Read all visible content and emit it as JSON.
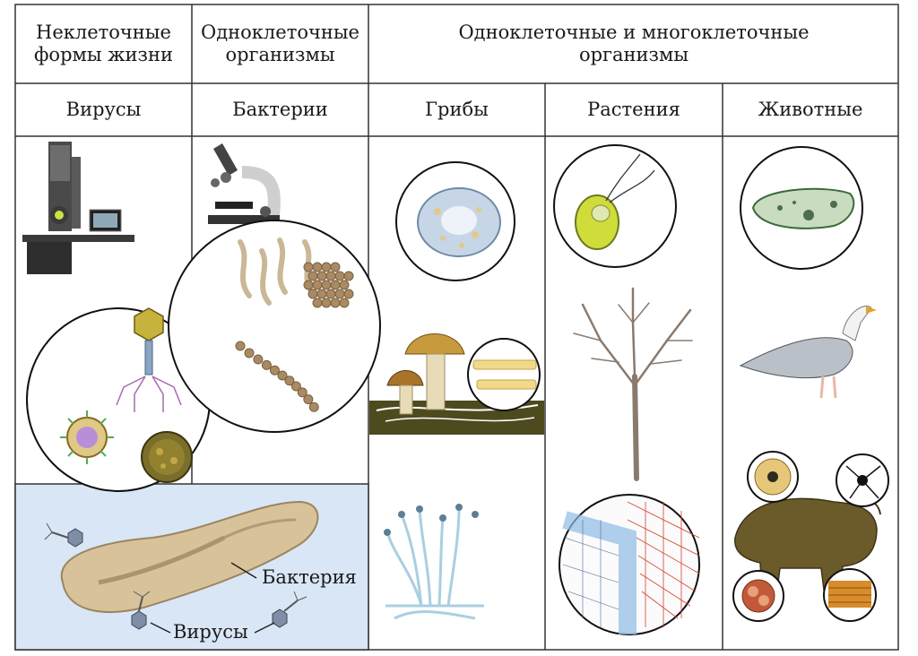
{
  "header": {
    "group_noncellular": "Неклеточные формы жизни",
    "group_unicellular": "Одноклеточные организмы",
    "group_uni_multicellular": "Одноклеточные и многоклеточные организмы"
  },
  "columns": {
    "viruses": "Вирусы",
    "bacteria": "Бактерии",
    "fungi": "Грибы",
    "plants": "Растения",
    "animals": "Животные"
  },
  "labels": {
    "bacterium": "Бактерия",
    "viruses": "Вирусы"
  },
  "colors": {
    "grid_line": "#333333",
    "virus_panel_bg": "#d9e6f5",
    "bacteria_body": "#d8c29a",
    "cocci": "#a98a62",
    "fungal_cell": "#c7d6e6",
    "mushroom_cap": "#c89a3e",
    "soil": "#4d4a1e",
    "mold": "#a9cfe0",
    "plant_cell_green": "#cfdc3a",
    "tree_branch": "#8a7a6e",
    "tissue_blue": "#8fbbe6",
    "tissue_red": "#d9412e",
    "bison": "#6b5a2a",
    "gull_wing": "#b9c0c8"
  },
  "icons": [
    "electron-microscope-icon",
    "light-microscope-icon",
    "bacteriophage-icon",
    "coronavirus-icon",
    "adenovirus-icon",
    "gull-icon",
    "bison-icon",
    "tree-icon",
    "mushroom-icon"
  ]
}
